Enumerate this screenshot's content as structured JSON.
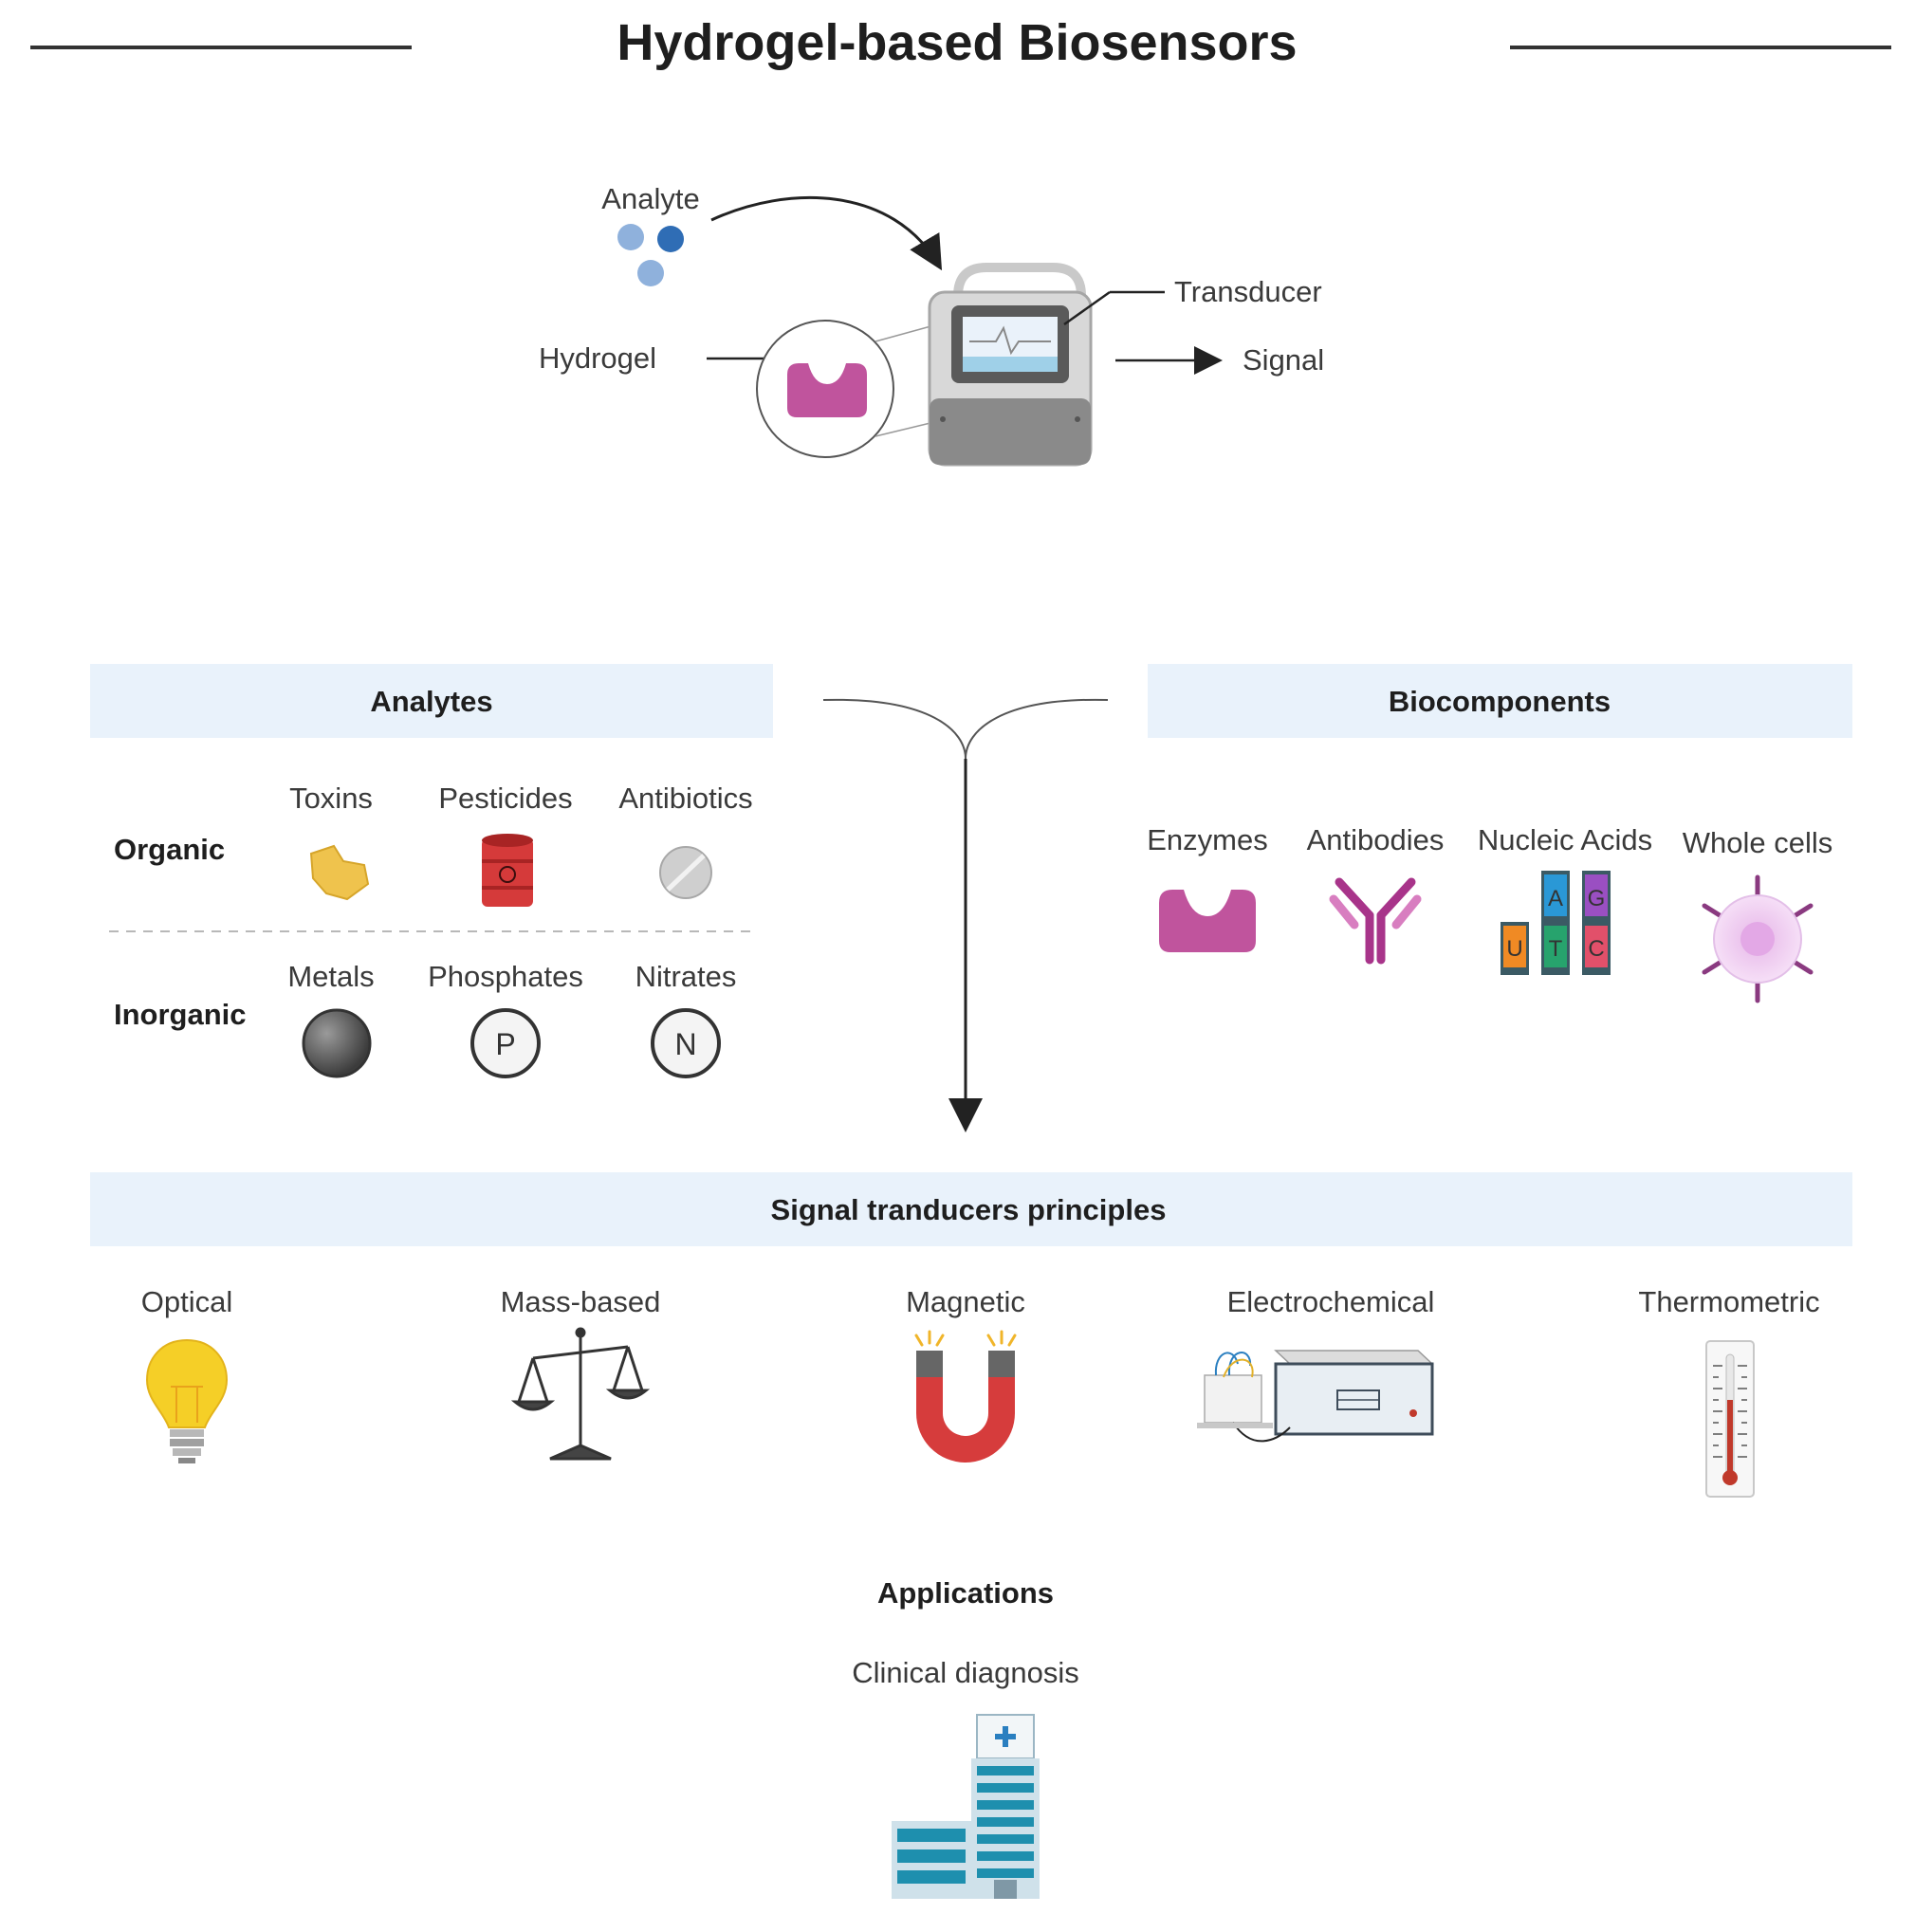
{
  "title": "Hydrogel-based Biosensors",
  "overview": {
    "analyte": "Analyte",
    "hydrogel": "Hydrogel",
    "transducer": "Transducer",
    "signal": "Signal"
  },
  "analytes": {
    "header": "Analytes",
    "organic": {
      "label": "Organic",
      "items": [
        "Toxins",
        "Pesticides",
        "Antibiotics"
      ]
    },
    "inorganic": {
      "label": "Inorganic",
      "items": [
        "Metals",
        "Phosphates",
        "Nitrates"
      ],
      "symbols": [
        "P",
        "N"
      ]
    }
  },
  "biocomponents": {
    "header": "Biocomponents",
    "items": [
      "Enzymes",
      "Antibodies",
      "Nucleic Acids",
      "Whole cells"
    ],
    "nucleotides": [
      "A",
      "G",
      "U",
      "T",
      "C"
    ]
  },
  "transducers": {
    "header": "Signal tranducers principles",
    "items": [
      "Optical",
      "Mass-based",
      "Magnetic",
      "Electrochemical",
      "Thermometric"
    ]
  },
  "applications": {
    "header": "Applications",
    "item": "Clinical diagnosis"
  },
  "colors": {
    "panel_bg": "#e9f2fb",
    "hydrogel_pink": "#c0549d",
    "analyte_blue": "#8fb1dc",
    "analyte_dark_blue": "#2f6db5",
    "magnet_red": "#d63c3c",
    "bulb_yellow": "#f5cf27"
  }
}
